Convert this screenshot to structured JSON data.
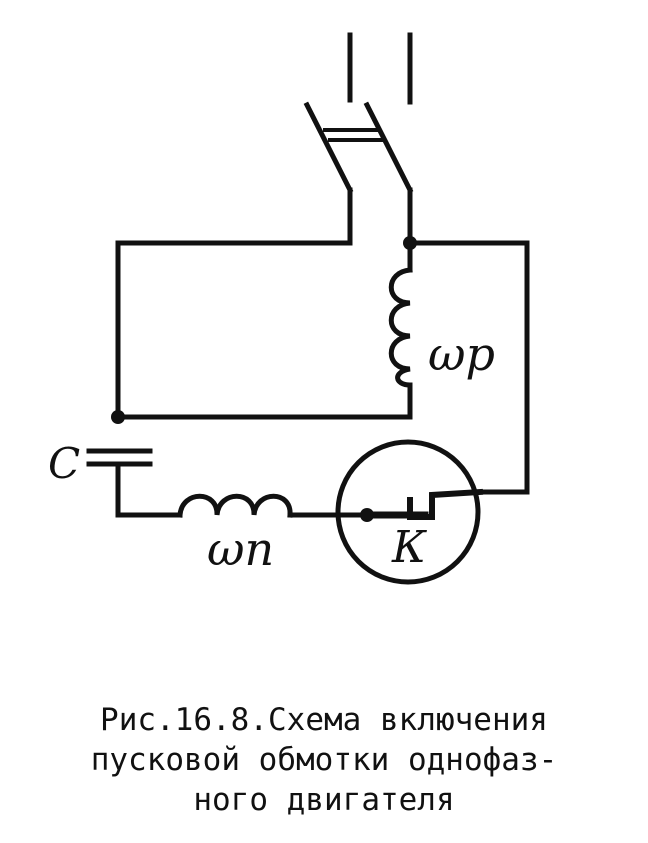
{
  "labels": {
    "capacitor": "C",
    "working_winding": "ωр",
    "starting_winding": "ωп",
    "relay": "К"
  },
  "caption": {
    "line1": "Рис.16.8.Схема включения",
    "line2": "пусковой обмотки однофаз-",
    "line3": "ного двигателя"
  }
}
